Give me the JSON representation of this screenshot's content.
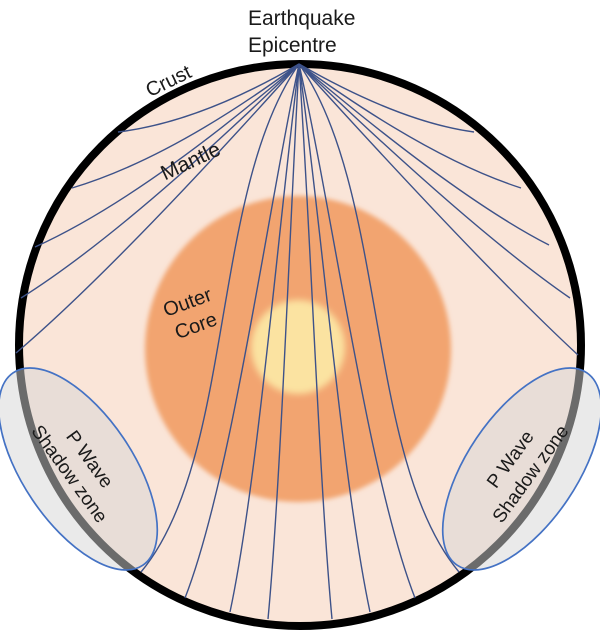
{
  "diagram": {
    "type": "earth-cross-section-seismic-waves",
    "description_visible_elements": "Circular cross-section of the Earth with P-wave ray paths radiating from a surface epicentre; two shadow-zone ellipses at lower left and lower right",
    "zones": [
      {
        "name": "Crust",
        "depicted_as": "thick black outline ring"
      },
      {
        "name": "Mantle",
        "depicted_as": "light peach disc",
        "fill": "#fae5d8"
      },
      {
        "name": "Outer Core",
        "depicted_as": "orange disc",
        "fill": "#f2a470"
      },
      {
        "name": "Inner core (unlabelled)",
        "depicted_as": "pale yellow disc",
        "fill": "#fbe3a1"
      },
      {
        "name": "P Wave Shadow zone",
        "depicted_as": "two tilted translucent grey ellipses outlined in blue"
      }
    ],
    "ray_count": 18
  },
  "epicentre_label": {
    "line1": "Earthquake",
    "line2": "Epicentre"
  },
  "layer_labels": {
    "crust": "Crust",
    "mantle": "Mantle",
    "outer_core_line1": "Outer",
    "outer_core_line2": "Core"
  },
  "shadow_zone_label": {
    "line1": "P Wave",
    "line2": "Shadow zone"
  },
  "colors": {
    "bg": "#ffffff",
    "earth_outline": "#000000",
    "mantle_fill": "#fae5d8",
    "outer_core_fill": "#f2a470",
    "inner_core_fill": "#fbe3a1",
    "ray_stroke": "#3d5289",
    "shadow_fill": "rgba(214,214,214,0.5)",
    "shadow_stroke": "#4472c4",
    "label_color": "#1a1a1a"
  }
}
